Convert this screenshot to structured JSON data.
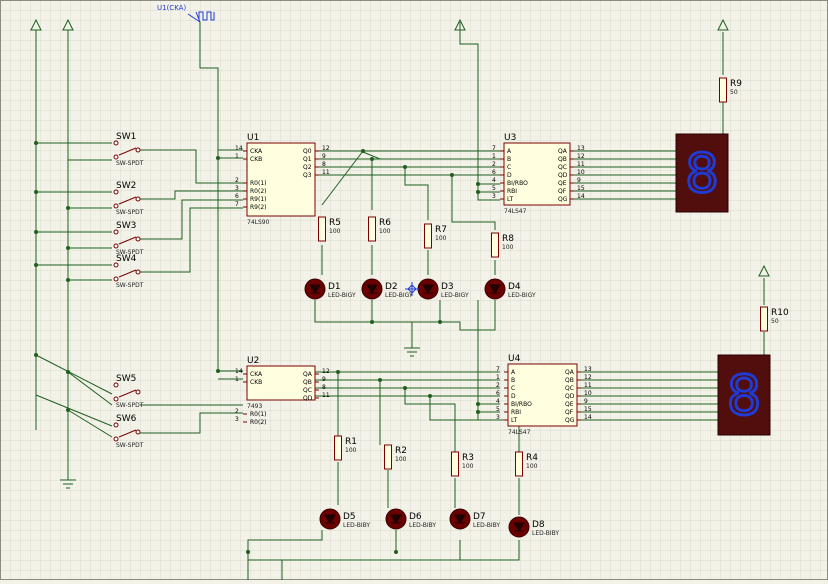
{
  "generator": {
    "label": "U1(CKA)"
  },
  "chips": [
    {
      "ref": "U1",
      "type": "74LS90",
      "pins_left": [
        "CKA",
        "CKB",
        "R0(1)",
        "R0(2)",
        "R9(1)",
        "R9(2)"
      ],
      "pins_right": [
        "Q0",
        "Q1",
        "Q2",
        "Q3"
      ],
      "num_left": [
        "14",
        "1",
        "2",
        "3",
        "6",
        "7"
      ],
      "num_right": [
        "12",
        "9",
        "8",
        "11"
      ]
    },
    {
      "ref": "U2",
      "type": "7493",
      "pins_left": [
        "CKA",
        "CKB",
        "R0(1)",
        "R0(2)"
      ],
      "pins_right": [
        "QA",
        "QB",
        "QC",
        "QD"
      ],
      "num_left": [
        "14",
        "1",
        "2",
        "3"
      ],
      "num_right": [
        "12",
        "9",
        "8",
        "11"
      ]
    },
    {
      "ref": "U3",
      "type": "74LS47",
      "pins_left": [
        "A",
        "B",
        "C",
        "D",
        "BI/RBO",
        "RBI",
        "LT"
      ],
      "pins_right": [
        "QA",
        "QB",
        "QC",
        "QD",
        "QE",
        "QF",
        "QG"
      ],
      "num_left": [
        "7",
        "1",
        "2",
        "6",
        "4",
        "5",
        "3"
      ],
      "num_right": [
        "13",
        "12",
        "11",
        "10",
        "9",
        "15",
        "14"
      ]
    },
    {
      "ref": "U4",
      "type": "74LS47",
      "pins_left": [
        "A",
        "B",
        "C",
        "D",
        "BI/RBO",
        "RBI",
        "LT"
      ],
      "pins_right": [
        "QA",
        "QB",
        "QC",
        "QD",
        "QE",
        "QF",
        "QG"
      ],
      "num_left": [
        "7",
        "1",
        "2",
        "6",
        "4",
        "5",
        "3"
      ],
      "num_right": [
        "13",
        "12",
        "11",
        "10",
        "9",
        "15",
        "14"
      ]
    }
  ],
  "switches": [
    {
      "ref": "SW1",
      "type": "SW-SPDT"
    },
    {
      "ref": "SW2",
      "type": "SW-SPDT"
    },
    {
      "ref": "SW3",
      "type": "SW-SPDT"
    },
    {
      "ref": "SW4",
      "type": "SW-SPDT"
    },
    {
      "ref": "SW5",
      "type": "SW-SPDT"
    },
    {
      "ref": "SW6",
      "type": "SW-SPDT"
    }
  ],
  "resistors": [
    {
      "ref": "R1",
      "value": "100"
    },
    {
      "ref": "R2",
      "value": "100"
    },
    {
      "ref": "R3",
      "value": "100"
    },
    {
      "ref": "R4",
      "value": "100"
    },
    {
      "ref": "R5",
      "value": "100"
    },
    {
      "ref": "R6",
      "value": "100"
    },
    {
      "ref": "R7",
      "value": "100"
    },
    {
      "ref": "R8",
      "value": "100"
    },
    {
      "ref": "R9",
      "value": "50"
    },
    {
      "ref": "R10",
      "value": "50"
    }
  ],
  "leds": [
    {
      "ref": "D1",
      "type": "LED-BIGY"
    },
    {
      "ref": "D2",
      "type": "LED-BIGY"
    },
    {
      "ref": "D3",
      "type": "LED-BIGY"
    },
    {
      "ref": "D4",
      "type": "LED-BIGY"
    },
    {
      "ref": "D5",
      "type": "LED-BIBY"
    },
    {
      "ref": "D6",
      "type": "LED-BIBY"
    },
    {
      "ref": "D7",
      "type": "LED-BIBY"
    },
    {
      "ref": "D8",
      "type": "LED-BIBY"
    }
  ],
  "displays": [
    {
      "digit": "8"
    },
    {
      "digit": "8"
    }
  ],
  "colors": {
    "grid": "#d4d4c4",
    "wire": "#1f5f1f",
    "component": "#7a0000",
    "chip_fill": "#ffffe0",
    "display_bg": "#520d0d",
    "segment": "#1f3bd1"
  }
}
